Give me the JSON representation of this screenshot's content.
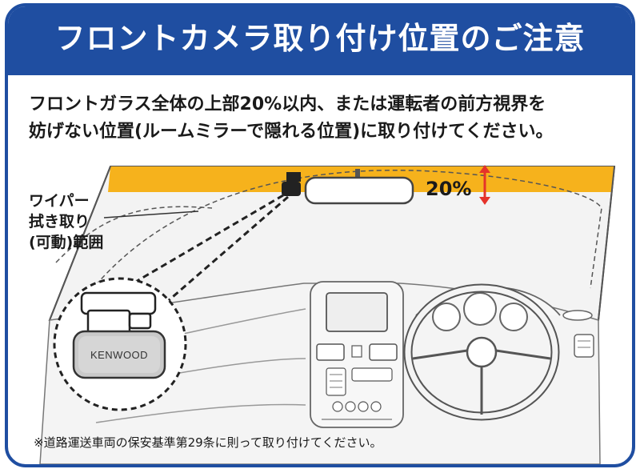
{
  "title": "フロントカメラ取り付け位置のご注意",
  "description": [
    "フロントガラス全体の上部20%以内、または運転者の前方視界を",
    "妨げない位置(ルームミラーで隠れる位置)に取り付けてください。"
  ],
  "wiper_area_label": [
    "ワイパー",
    "拭き取り",
    "(可動)範囲"
  ],
  "zone_percent": "20%",
  "camera_brand": "KENWOOD",
  "footnote": "※道路運送車両の保安基準第29条に則って取り付けてください。",
  "colors": {
    "frame_blue": "#1f4ea1",
    "zone_yellow": "#f6b21c",
    "arrow_red": "#e5332a",
    "interior_gray": "#f0f0f0"
  }
}
